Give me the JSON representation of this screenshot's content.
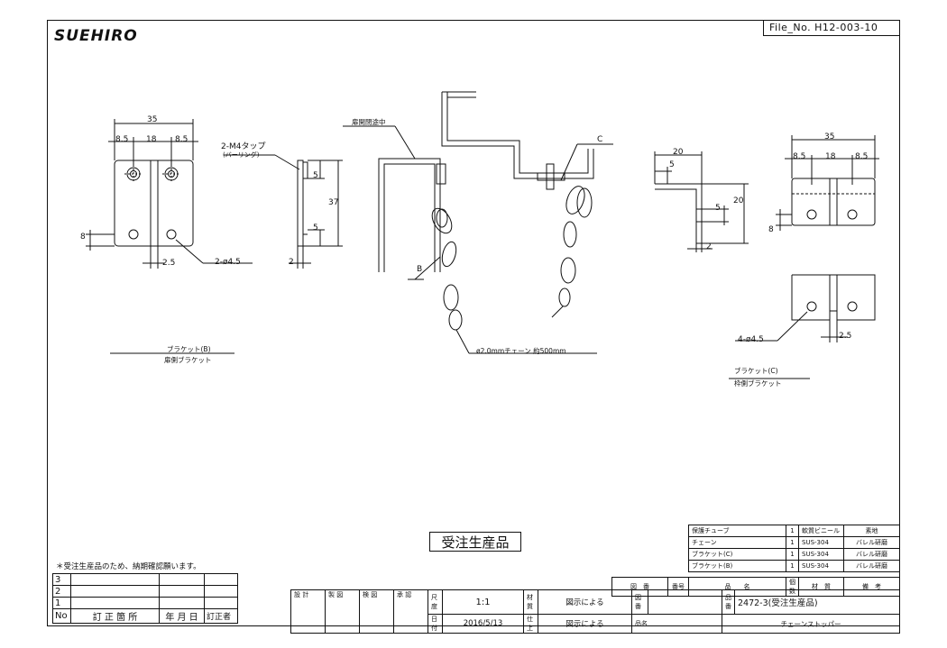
{
  "header": {
    "logo": "SUEHIRO",
    "file_no": "File_No.  H12-003-10"
  },
  "bracket_b": {
    "dim_total": "35",
    "dim_left": "8.5",
    "dim_mid": "18",
    "dim_right": "8.5",
    "dim_8": "8",
    "dim_2_5": "2.5",
    "holes": "2-ø4.5",
    "tap": "2-M4タップ",
    "tap_sub": "(バーリング)",
    "dim_5a": "5",
    "dim_5b": "5",
    "dim_37": "37",
    "dim_2": "2",
    "caption": "ブラケット(B)",
    "caption_sub": "扉側ブラケット"
  },
  "assembly": {
    "label_door": "扉開閉途中",
    "label_c": "C",
    "label_b": "B",
    "chain_note": "ø2.0mmチェーン 約500mm"
  },
  "bracket_c": {
    "dim_20a": "20",
    "dim_5a": "5",
    "dim_20b": "20",
    "dim_5b": "5",
    "dim_2": "2",
    "dim_total": "35",
    "dim_left": "8.5",
    "dim_mid": "18",
    "dim_right": "8.5",
    "dim_8": "8",
    "holes": "4-ø4.5",
    "dim_2_5": "2.5",
    "caption": "ブラケット(C)",
    "caption_sub": "枠側ブラケット"
  },
  "notes": {
    "made_to_order": "受注生産品",
    "delivery_note": "＊受注生産品のため、納期確認願います。"
  },
  "bom": {
    "rows": [
      {
        "name": "保護チューブ",
        "qty": "1",
        "material": "軟質ビニール",
        "remark": "素地"
      },
      {
        "name": "チェーン",
        "qty": "1",
        "material": "SUS-304",
        "remark": "バレル研磨"
      },
      {
        "name": "ブラケット(C)",
        "qty": "1",
        "material": "SUS-304",
        "remark": "バレル研磨"
      },
      {
        "name": "ブラケット(B)",
        "qty": "1",
        "material": "SUS-304",
        "remark": "バレル研磨"
      }
    ],
    "header": {
      "zuban": "図　番",
      "no": "番号",
      "name": "品　　名",
      "qty": "個数",
      "material": "材　質",
      "remark": "備　考"
    }
  },
  "revisions": {
    "rows": [
      "3",
      "2",
      "1"
    ],
    "header": {
      "no": "No",
      "place": "訂 正 箇 所",
      "date": "年 月 日",
      "by": "訂正者"
    }
  },
  "title_block": {
    "design": "設 計",
    "draft": "製 図",
    "check": "検 図",
    "approve": "承 認",
    "scale_label": "尺度",
    "scale": "1:1",
    "material_label": "材質",
    "material": "図示による",
    "drawing_no_label": "図番",
    "product_no_label": "品番",
    "product_no": "2472-3(受注生産品)",
    "date_label": "日付",
    "date": "2016/5/13",
    "finish_label": "仕上",
    "finish": "図示による",
    "name_label": "品名",
    "name": "チェーンストッパー"
  }
}
